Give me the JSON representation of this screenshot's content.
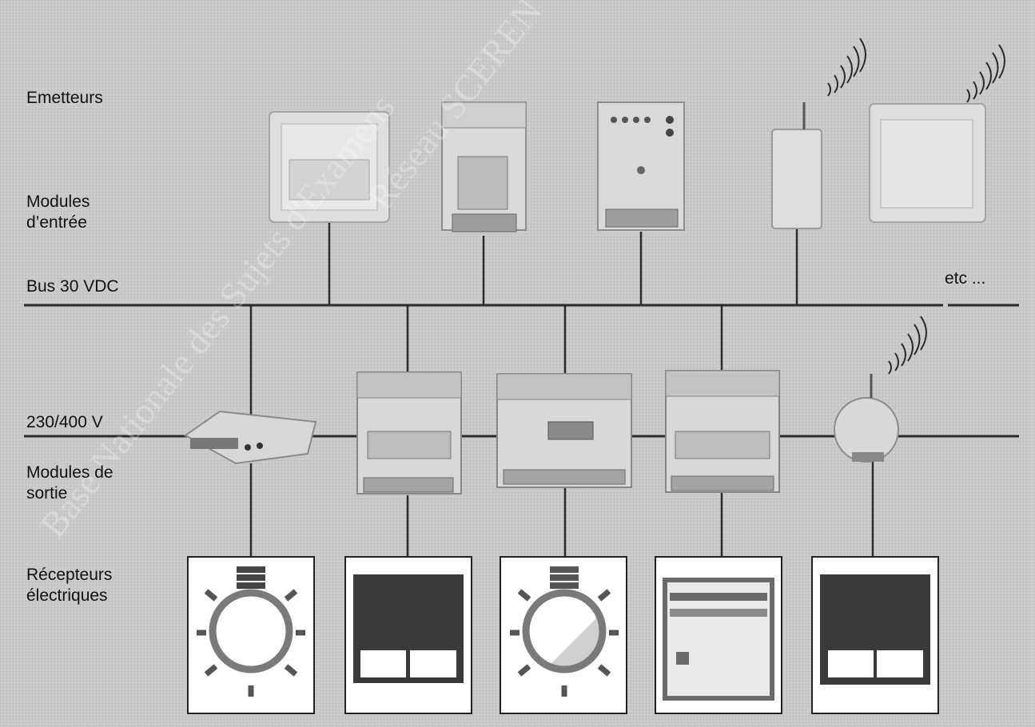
{
  "labels": {
    "emetteurs": "Emetteurs",
    "modules_entree_1": "Modules",
    "modules_entree_2": "d’entrée",
    "bus": "Bus 30 VDC",
    "etc": "etc ...",
    "power": "230/400 V",
    "modules_sortie_1": "Modules de",
    "modules_sortie_2": "sortie",
    "recepteurs_1": "Récepteurs",
    "recepteurs_2": "électriques"
  },
  "watermark": {
    "line1": "Base Nationale des Sujets d'Examens",
    "line2": "Réseau SCEREN"
  },
  "colors": {
    "background": "#c9c9c9",
    "line": "#2b2b2b",
    "device": "#dcdcdc",
    "receiver_dark": "#3a3a3a"
  }
}
